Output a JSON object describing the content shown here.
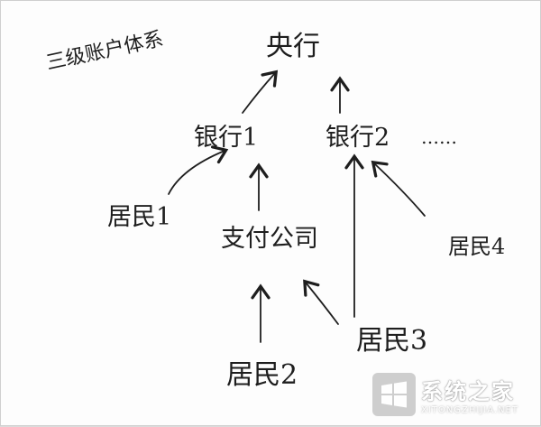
{
  "title": "三级账户体系",
  "nodes": {
    "central_bank": "央行",
    "bank1": "银行1",
    "bank2": "银行2",
    "ellipsis": "……",
    "payment_company": "支付公司",
    "resident1": "居民1",
    "resident2": "居民2",
    "resident3": "居民3",
    "resident4": "居民4"
  },
  "watermark": {
    "title": "系统之家",
    "url": "XITONGZHIJIA.NET"
  },
  "colors": {
    "ink": "#1e1e1e",
    "paper": "#fdfdfd"
  }
}
